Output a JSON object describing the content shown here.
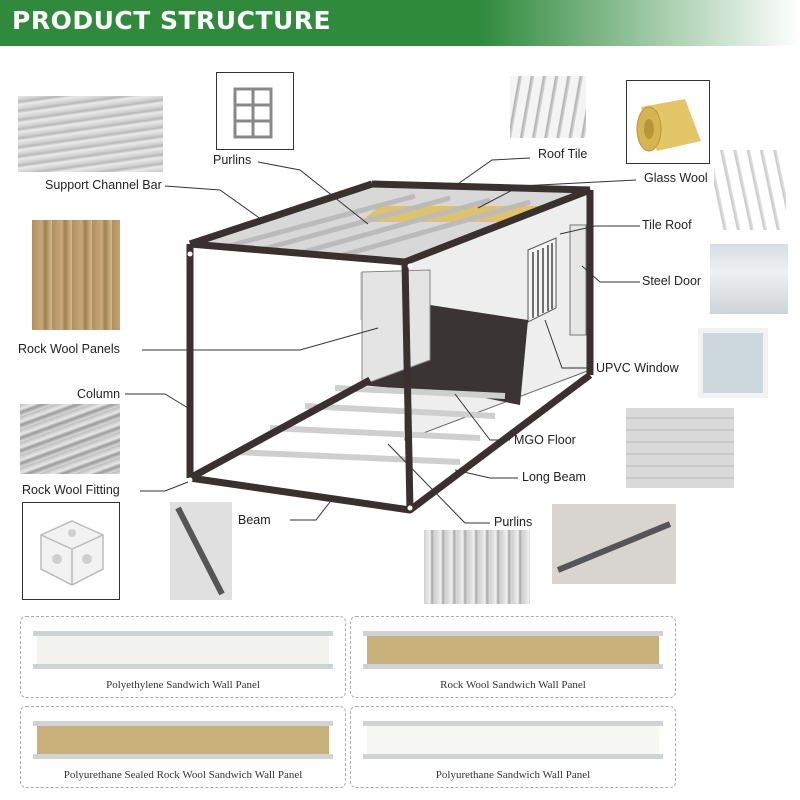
{
  "header": {
    "title": "PRODUCT STRUCTURE"
  },
  "labels": {
    "support_channel_bar": "Support Channel Bar",
    "purlins_top": "Purlins",
    "roof_tile": "Roof Tile",
    "glass_wool": "Glass Wool",
    "tile_roof": "Tile Roof",
    "steel_door": "Steel Door",
    "rock_wool_panels": "Rock Wool Panels",
    "upvc_window": "UPVC Window",
    "column": "Column",
    "mgo_floor": "MGO Floor",
    "long_beam": "Long Beam",
    "rock_wool_fitting": "Rock Wool Fitting",
    "beam": "Beam",
    "purlins_bottom": "Purlins"
  },
  "panels": [
    {
      "caption": "Polyethylene Sandwich Wall Panel",
      "core_color": "#f2f2ee"
    },
    {
      "caption": "Rock Wool Sandwich Wall Panel",
      "core_color": "#c9b27a"
    },
    {
      "caption": "Polyurethane Sealed Rock Wool Sandwich Wall Panel",
      "core_color": "#c9b27a"
    },
    {
      "caption": "Polyurethane Sandwich Wall Panel",
      "core_color": "#f6f6f2"
    }
  ],
  "colors": {
    "banner_green": "#2f8a3c",
    "frame": "#3a3030",
    "wool_yellow": "#e0c060"
  }
}
